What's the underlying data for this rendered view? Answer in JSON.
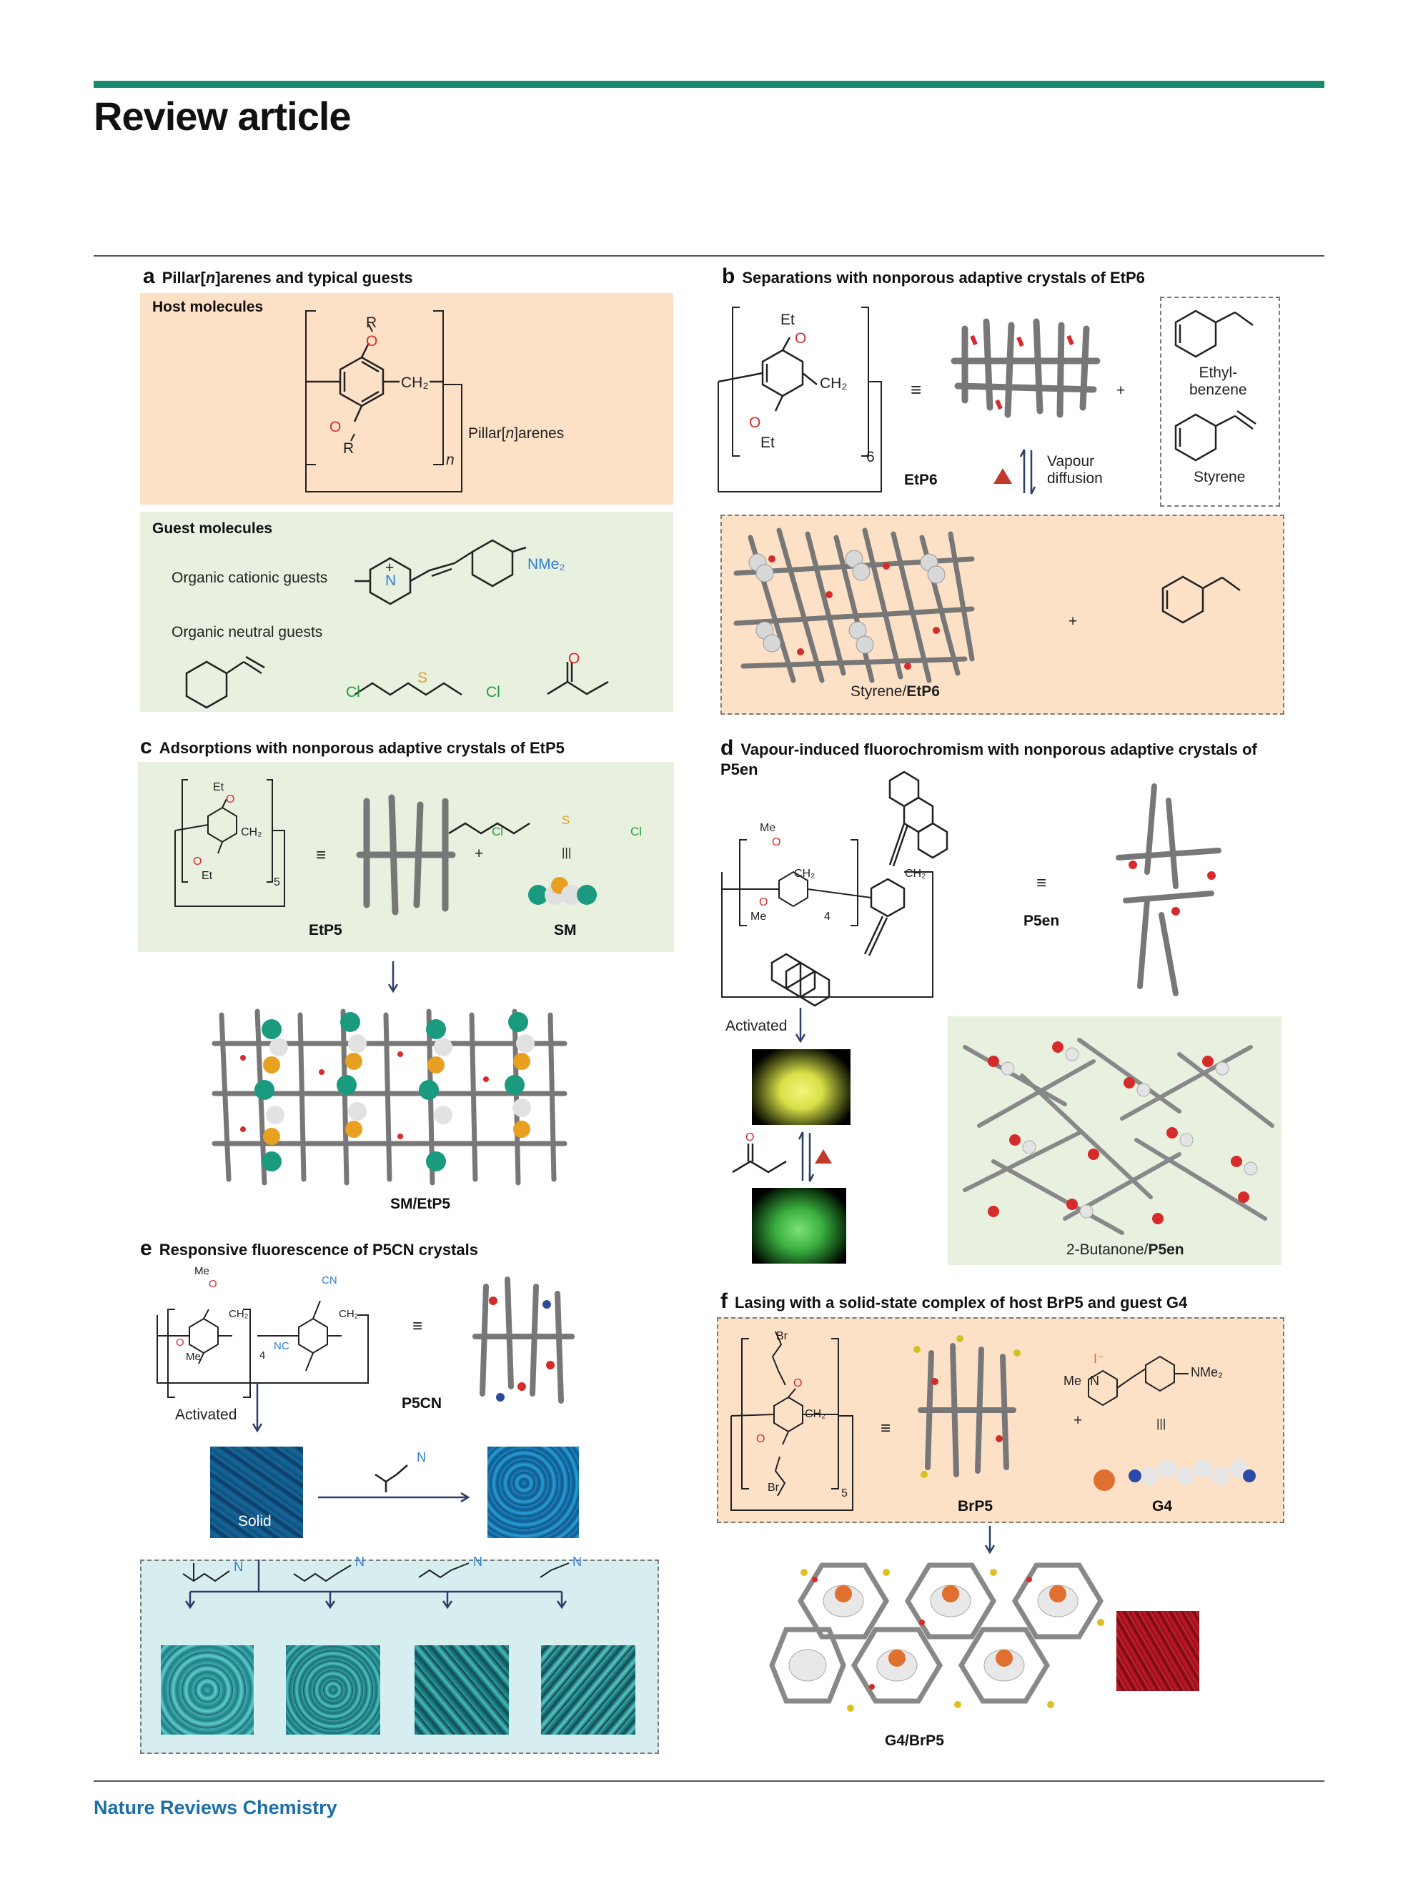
{
  "header": {
    "title": "Review article"
  },
  "footer": {
    "journal": "Nature Reviews Chemistry"
  },
  "panels": {
    "a": {
      "letter": "a",
      "title_pre": "Pillar[",
      "title_n": "n",
      "title_post": "]arenes and typical guests",
      "host_heading": "Host molecules",
      "host_name_pre": "Pillar[",
      "host_name_n": "n",
      "host_name_post": "]arenes",
      "guest_heading": "Guest molecules",
      "cationic": "Organic cationic guests",
      "neutral": "Organic neutral guests",
      "sub_n": "n"
    },
    "b": {
      "letter": "b",
      "title": "Separations with nonporous adaptive crystals of EtP6",
      "host": "EtP6",
      "ethyl": "Ethyl-\nbenzene",
      "styrene": "Styrene",
      "vapour": "Vapour\ndiffusion",
      "complex_pre": "Styrene/",
      "complex_host": "EtP6",
      "sub_6": "6",
      "equiv": "≡",
      "plus": "+"
    },
    "c": {
      "letter": "c",
      "title": "Adsorptions with nonporous adaptive crystals of EtP5",
      "host": "EtP5",
      "guest": "SM",
      "complex": "SM/EtP5",
      "sub_5": "5",
      "equiv": "≡",
      "plus": "+"
    },
    "d": {
      "letter": "d",
      "title": "Vapour-induced fluorochromism with nonporous adaptive crystals of P5en",
      "host": "P5en",
      "activated": "Activated",
      "complex_pre": "2-Butanone/",
      "complex_host": "P5en",
      "sub_4": "4",
      "equiv": "≡"
    },
    "e": {
      "letter": "e",
      "title": "Responsive fluorescence of  P5CN crystals",
      "host": "P5CN",
      "activated": "Activated",
      "solid": "Solid",
      "sub_4": "4",
      "equiv": "≡"
    },
    "f": {
      "letter": "f",
      "title": "Lasing with a solid-state complex of host BrP5 and guest G4",
      "host": "BrP5",
      "guest": "G4",
      "complex": "G4/BrP5",
      "sub_5": "5",
      "equiv": "≡",
      "plus": "+"
    }
  },
  "chem": {
    "R": "R",
    "O": "O",
    "CH2": "CH₂",
    "Et": "Et",
    "Me": "Me",
    "N": "N",
    "Br": "Br",
    "NMe2": "NMe₂",
    "Cl": "Cl",
    "S": "S",
    "CN": "CN",
    "NC": "NC",
    "I": "I⁻",
    "Nplus": "N",
    "plus_sign": "+",
    "triple": "|||"
  },
  "colors": {
    "accent_bar": "#1a8a6e",
    "footer": "#1b6ea8",
    "orange_box": "#fde1c7",
    "green_box": "#e8f0e0",
    "blue_box": "#d6eef0",
    "oxygen": "#d62b2b",
    "nitrogen": "#2f7fd1",
    "chlorine": "#2a9a3c",
    "sulfur": "#e0a020",
    "iodine": "#e06a2a"
  }
}
